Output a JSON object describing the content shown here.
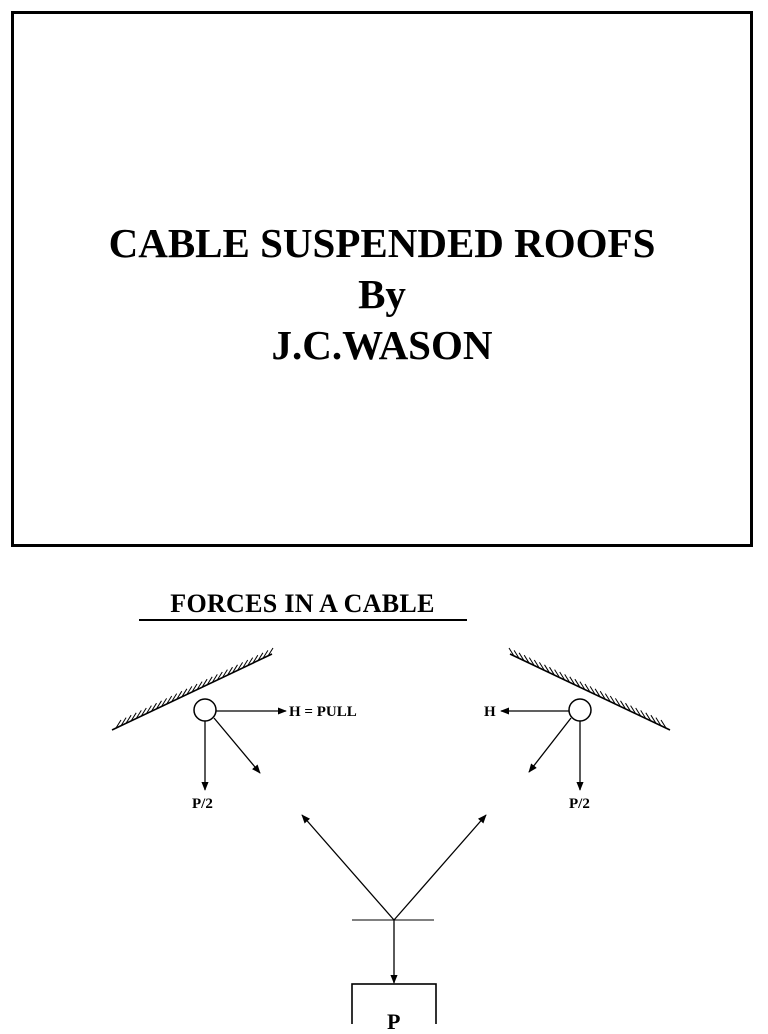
{
  "title_slide": {
    "line1": "CABLE  SUSPENDED  ROOFS",
    "line2": "By",
    "line3": "J.C.WASON"
  },
  "diagram": {
    "heading": "FORCES  IN  A  CABLE",
    "left_support": {
      "horizontal_label": "H = PULL",
      "vertical_label": "P/2"
    },
    "right_support": {
      "horizontal_label": "H",
      "vertical_label": "P/2"
    },
    "load_label": "P"
  }
}
